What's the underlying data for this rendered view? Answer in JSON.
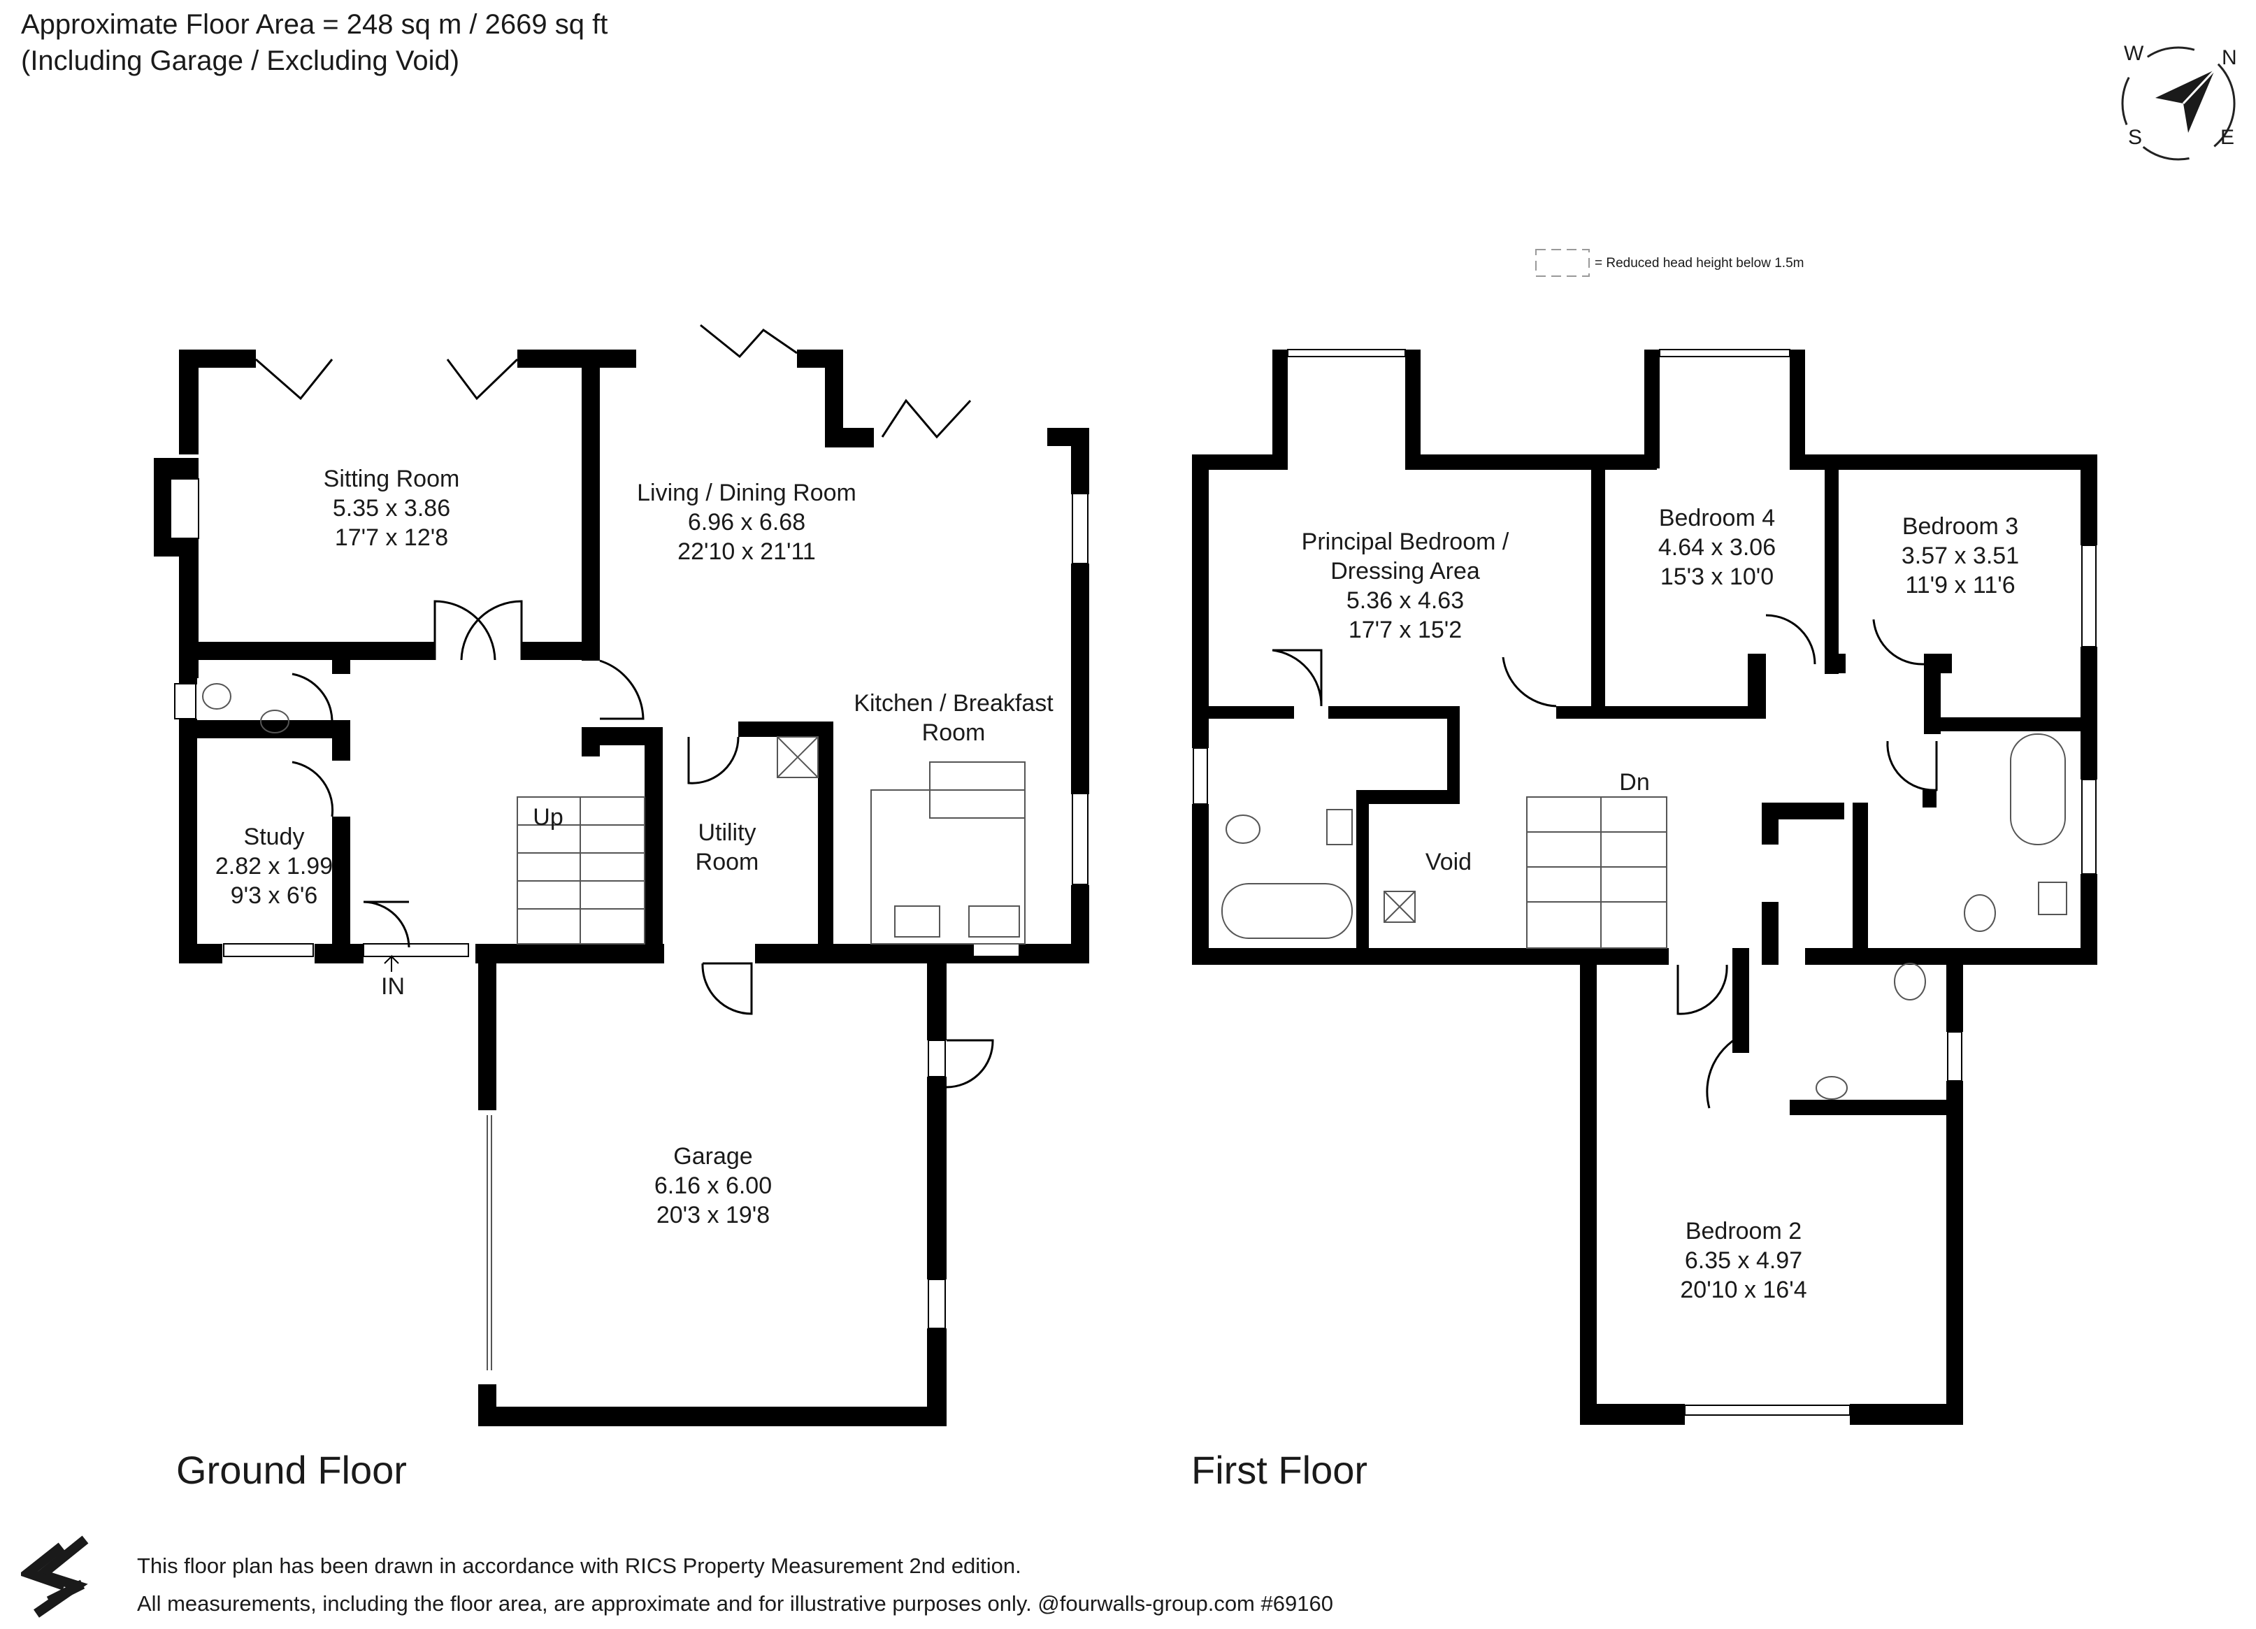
{
  "header": {
    "area_line": "Approximate Floor Area = 248 sq m / 2669 sq ft",
    "note_line": "(Including Garage / Excluding Void)"
  },
  "compass": {
    "n": "N",
    "s": "S",
    "e": "E",
    "w": "W",
    "icon": "compass-arrow"
  },
  "legend": {
    "text": "= Reduced head height below 1.5m"
  },
  "ground_floor": {
    "title": "Ground Floor",
    "entrance": "IN",
    "stairs": "Up",
    "rooms": [
      {
        "name": "Sitting Room",
        "metric": "5.35 x 3.86",
        "imperial": "17'7 x 12'8"
      },
      {
        "name": "Living / Dining Room",
        "metric": "6.96 x 6.68",
        "imperial": "22'10 x 21'11"
      },
      {
        "name": "Kitchen / Breakfast",
        "name2": "Room"
      },
      {
        "name": "Study",
        "metric": "2.82 x 1.99",
        "imperial": "9'3 x 6'6"
      },
      {
        "name": "Utility",
        "name2": "Room"
      },
      {
        "name": "Garage",
        "metric": "6.16 x 6.00",
        "imperial": "20'3 x 19'8"
      }
    ]
  },
  "first_floor": {
    "title": "First Floor",
    "stairs": "Dn",
    "void": "Void",
    "rooms": [
      {
        "name": "Principal Bedroom /",
        "name2": "Dressing Area",
        "metric": "5.36 x 4.63",
        "imperial": "17'7 x 15'2"
      },
      {
        "name": "Bedroom 4",
        "metric": "4.64 x 3.06",
        "imperial": "15'3 x 10'0"
      },
      {
        "name": "Bedroom 3",
        "metric": "3.57 x 3.51",
        "imperial": "11'9 x 11'6"
      },
      {
        "name": "Bedroom 2",
        "metric": "6.35 x 4.97",
        "imperial": "20'10 x 16'4"
      }
    ]
  },
  "footer": {
    "line1": "This floor plan has been drawn in accordance with RICS Property Measurement 2nd edition.",
    "line2": "All measurements, including the floor area, are approximate and for illustrative purposes only. @fourwalls-group.com #69160",
    "logo": "fourwalls-logo"
  }
}
